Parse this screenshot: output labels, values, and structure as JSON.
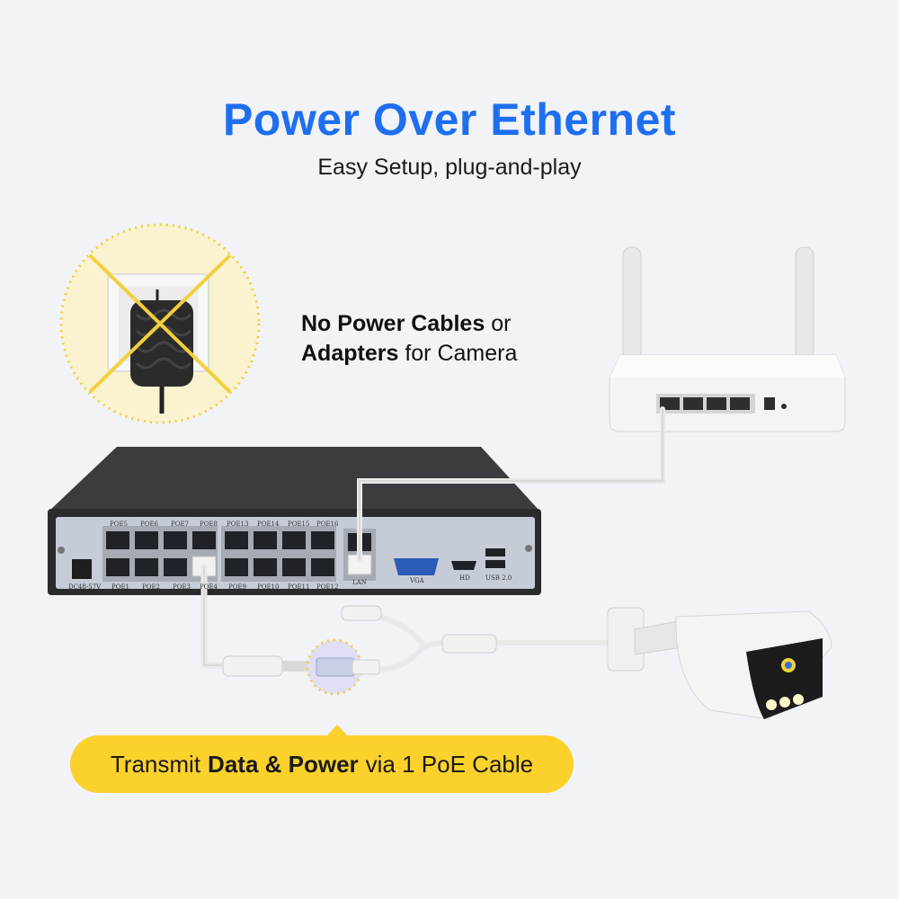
{
  "heading": {
    "title": "Power Over Ethernet",
    "subtitle": "Easy Setup, plug-and-play"
  },
  "callout": {
    "line1_bold": "No Power Cables",
    "line1_rest": "or",
    "line2_bold": "Adapters",
    "line2_rest": "for Camera"
  },
  "banner": {
    "prefix": "Transmit",
    "bold": "Data & Power",
    "suffix": "via 1 PoE Cable"
  },
  "nvr": {
    "top_port_labels": [
      "POE5",
      "POE6",
      "POE7",
      "POE8",
      "POE13",
      "POE14",
      "POE15",
      "POE16"
    ],
    "bottom_port_labels": [
      "POE1",
      "POE2",
      "POE3",
      "POE4",
      "POE9",
      "POE10",
      "POE11",
      "POE12"
    ],
    "power_label": "DC48-57V",
    "lan_label": "LAN",
    "vga_label": "VGA",
    "hdmi_label": "HD",
    "usb_label": "USB 2.0"
  },
  "colors": {
    "title_blue": "#1e6ff0",
    "banner_yellow": "#fdd12c",
    "prohibition_yellow": "#f3cf3c"
  },
  "icons": {
    "adapter": "power-adapter-icon",
    "prohibited": "prohibited-cross-icon"
  }
}
